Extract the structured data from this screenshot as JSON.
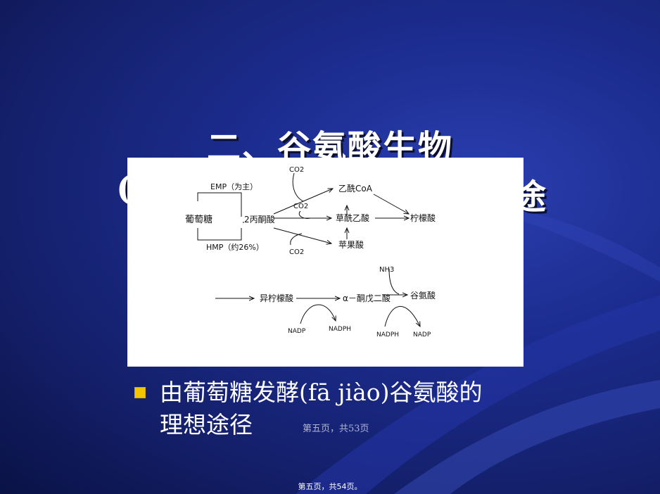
{
  "slide": {
    "title_line1": "二、谷氨酸生物",
    "title_line2_left": "(",
    "title_line2_right": "途",
    "bullet_text": "由葡萄糖发酵(fā jiào)谷氨酸的理想途径",
    "overlay_text": "第五页，共53页",
    "footer": "第五页，共54页。"
  },
  "diagram": {
    "nodes": {
      "glucose": "葡萄糖",
      "emp": "EMP（为主）",
      "hmp": "HMP（约26%）",
      "pyruvate": "2丙酮酸",
      "co2_top": "CO2",
      "co2_mid": "CO2",
      "co2_bottom": "CO2",
      "acetyl_coa": "乙酰CoA",
      "oxaloacetate": "草酰乙酸",
      "malate": "苹果酸",
      "citrate": "柠檬酸",
      "isocitrate": "异柠檬酸",
      "akg": "α－酮戊二酸",
      "nh3": "NH3",
      "glutamate": "谷氨酸",
      "nadp_1": "NADP",
      "nadph_1": "NADPH",
      "nadph_2": "NADPH",
      "nadp_2": "NADP"
    }
  }
}
